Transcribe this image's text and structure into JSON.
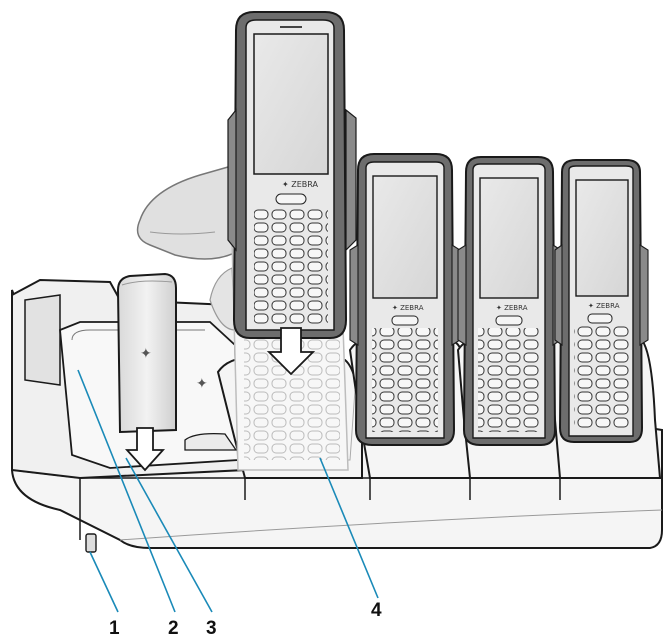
{
  "callouts": [
    {
      "id": "1",
      "label": "1"
    },
    {
      "id": "2",
      "label": "2"
    },
    {
      "id": "3",
      "label": "3"
    },
    {
      "id": "4",
      "label": "4"
    }
  ],
  "colors": {
    "outline": "#1a1a1a",
    "callout_line": "#1a8ab8",
    "device_body": "#ececec",
    "screen": "#e2e2e2",
    "cradle": "#f4f4f4",
    "cradle_shadow": "#cfcfcf"
  },
  "icons": [
    "zebra-logo-icon",
    "down-arrow-icon",
    "hand-icon"
  ]
}
